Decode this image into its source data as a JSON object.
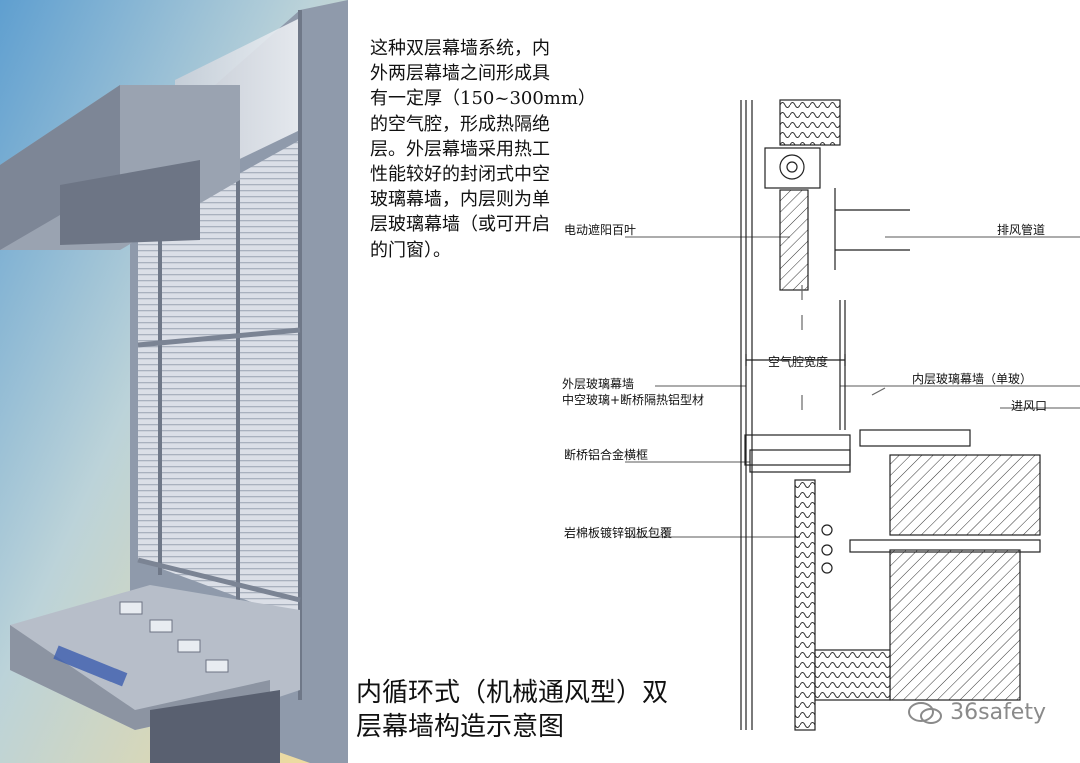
{
  "description_lines": [
    "这种双层幕墙系统，内",
    "外两层幕墙之间形成具",
    "有一定厚（150~300mm）",
    "的空气腔，形成热隔绝",
    "层。外层幕墙采用热工",
    "性能较好的封闭式中空",
    "玻璃幕墙，内层则为单",
    "层玻璃幕墙（或可开启",
    "的门窗）。"
  ],
  "caption_lines": [
    "内循环式（机械通风型）双",
    "层幕墙构造示意图"
  ],
  "labels": {
    "shade": "电动遮阳百叶",
    "exhaust": "排风管道",
    "cavity": "空气腔宽度",
    "outer_1": "外层玻璃幕墙",
    "outer_2": "中空玻璃+断桥隔热铝型材",
    "inner": "内层玻璃幕墙（单玻）",
    "inlet": "进风口",
    "frame": "断桥铝合金横框",
    "cladding": "岩棉板镀锌钢板包覆"
  },
  "watermark": "36safety"
}
